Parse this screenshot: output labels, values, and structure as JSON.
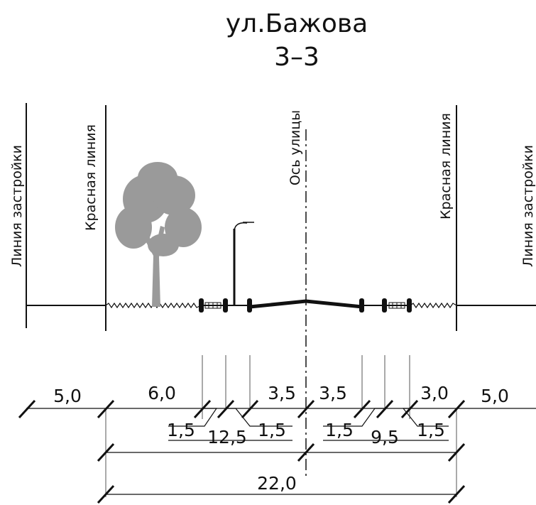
{
  "title": {
    "street": "ул.Бажова",
    "section": "3–3"
  },
  "labels": {
    "building_line_left": "Линия застройки",
    "red_line_left": "Красная линия",
    "axis": "Ось улицы",
    "red_line_right": "Красная линия",
    "building_line_right": "Линия застройки"
  },
  "dimensions": {
    "left_setback": "5,0",
    "left_green": "6,0",
    "left_sidewalk": "1,5",
    "left_strip": "1,5",
    "left_lane": "3,5",
    "left_half": "12,5",
    "right_lane": "3,5",
    "right_strip": "1,5",
    "right_half": "9,5",
    "right_sidewalk": "1,5",
    "right_green": "3,0",
    "right_setback": "5,0",
    "total": "22,0"
  },
  "colors": {
    "ink": "#111111",
    "tree": "#9a9a9a"
  }
}
